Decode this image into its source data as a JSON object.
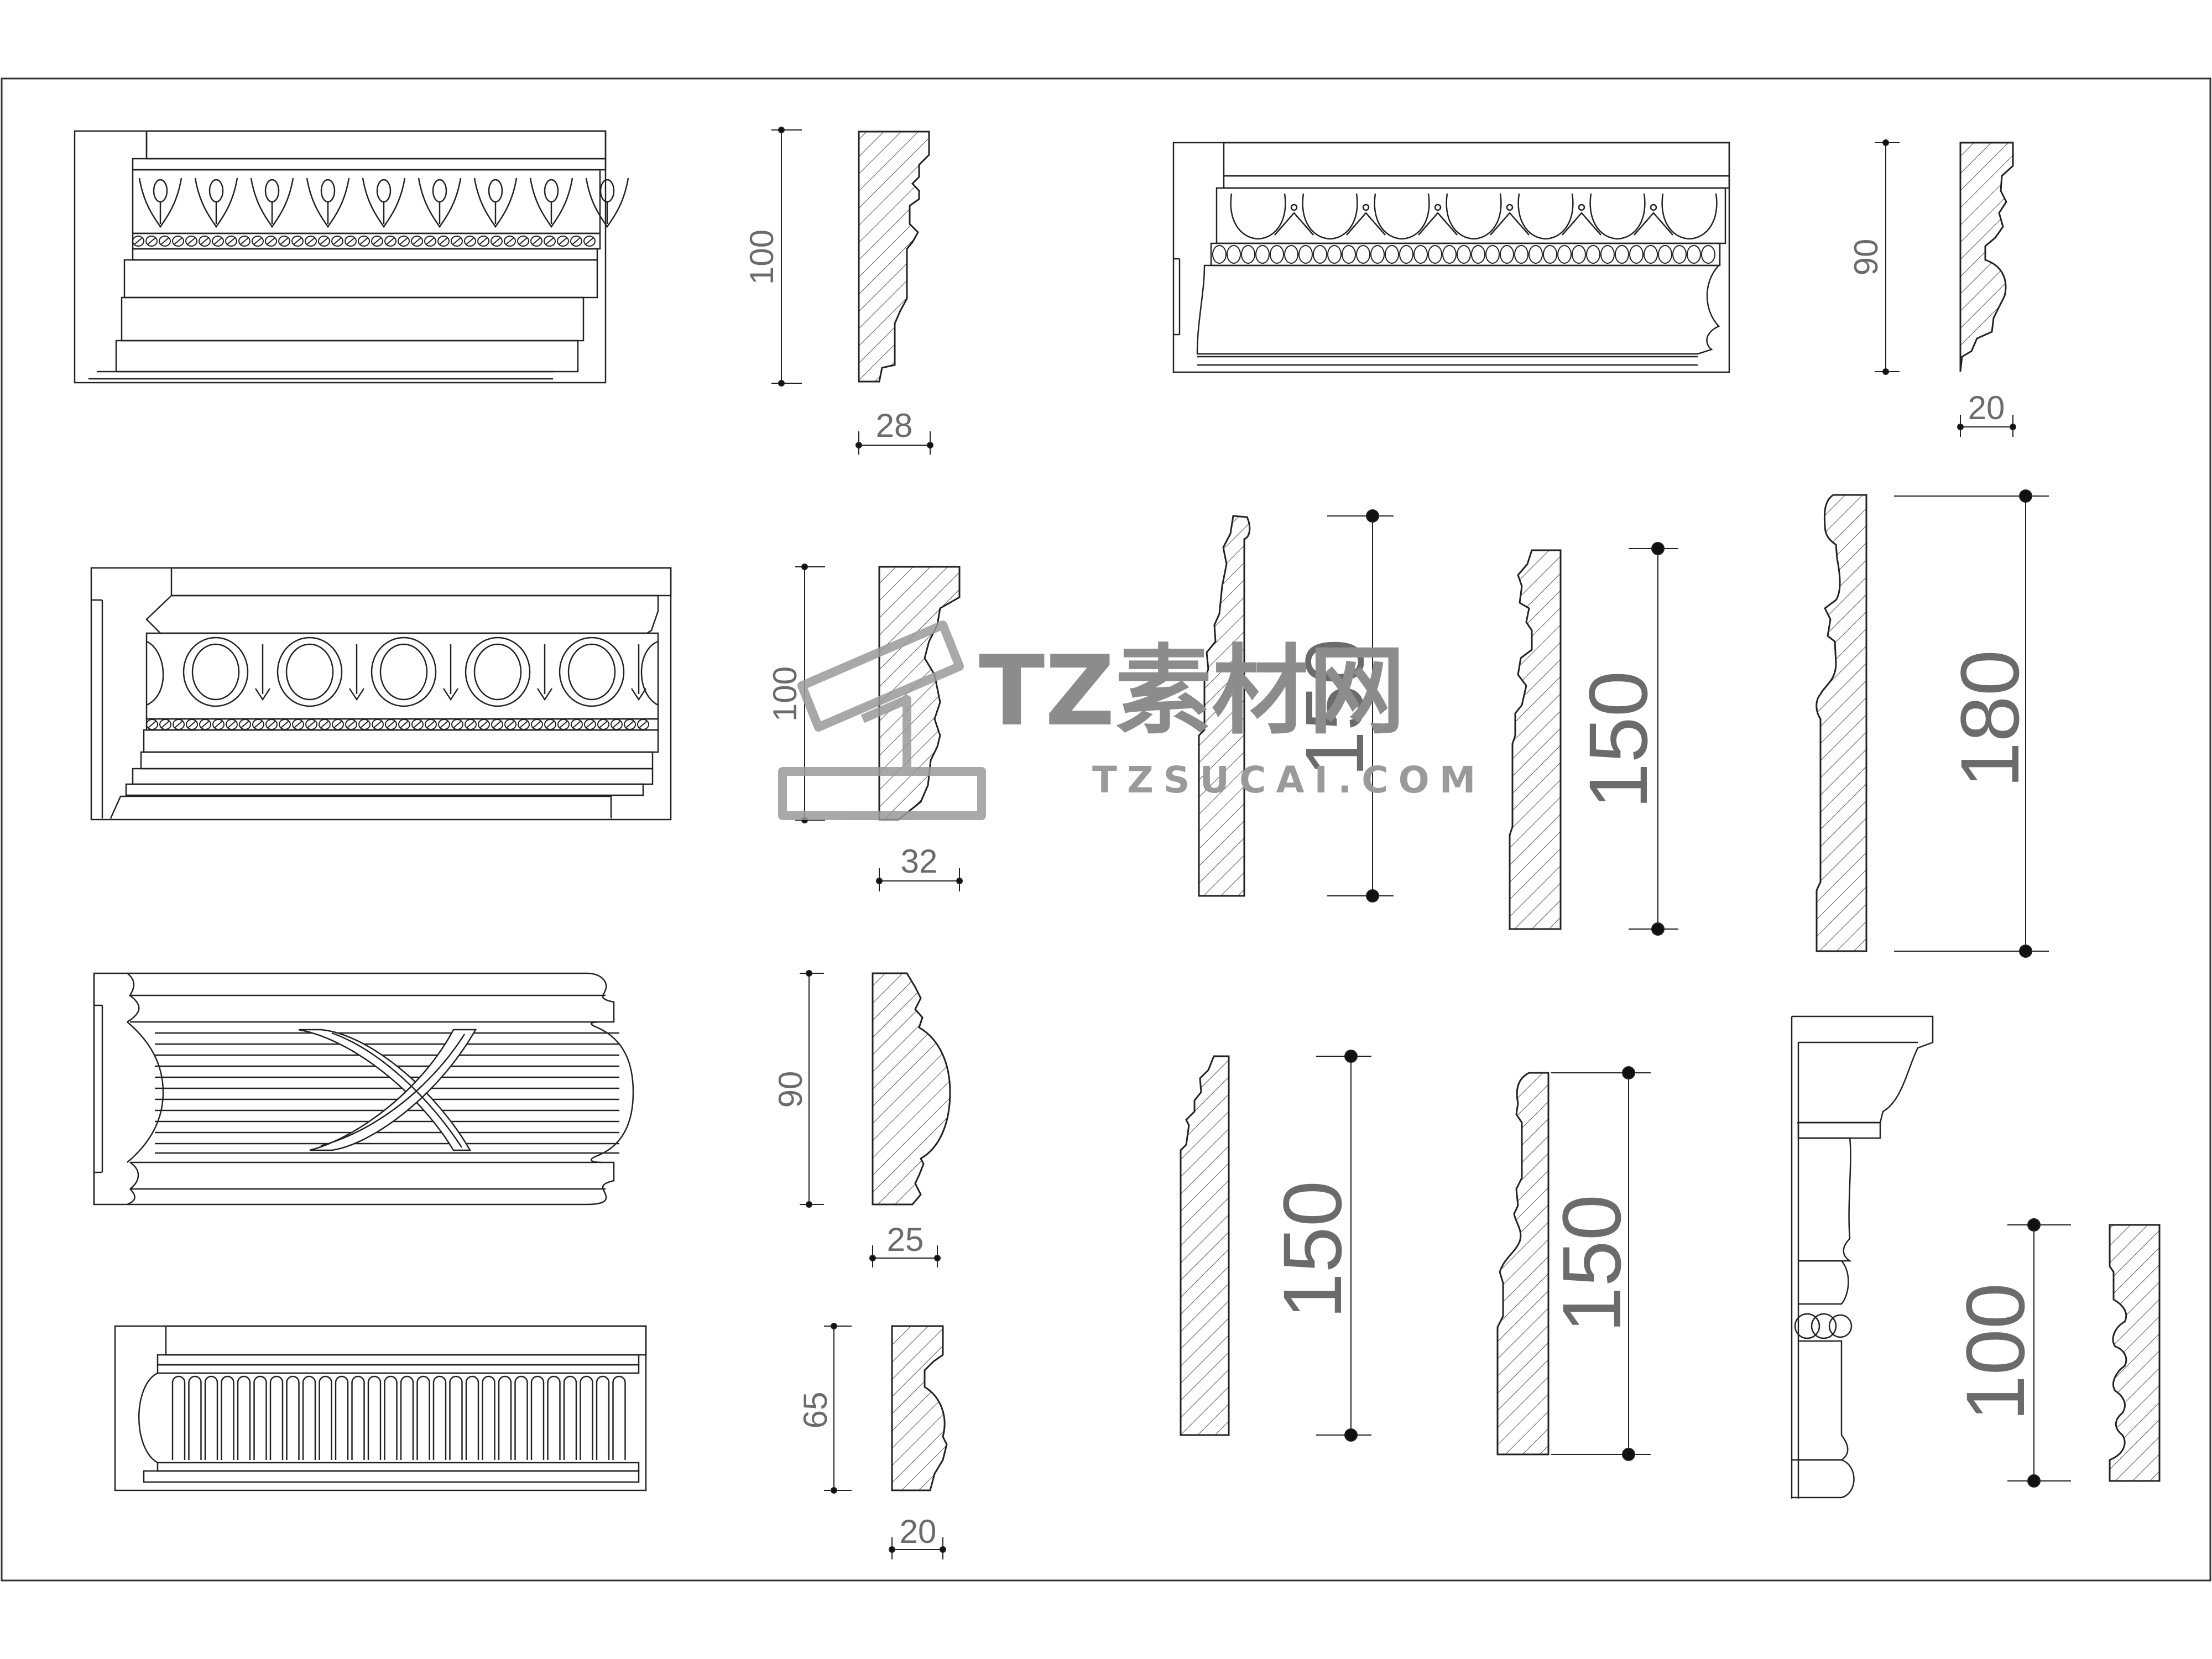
{
  "drawing": {
    "title": "",
    "profiles": [
      {
        "id": "p1",
        "height": "100",
        "width": "28"
      },
      {
        "id": "p2",
        "height": "100",
        "width": "32"
      },
      {
        "id": "p3",
        "height": "90",
        "width": "25"
      },
      {
        "id": "p4",
        "height": "65",
        "width": "20"
      },
      {
        "id": "p5",
        "height": "90",
        "width": "20"
      },
      {
        "id": "p6",
        "height": "150"
      },
      {
        "id": "p7",
        "height": "150"
      },
      {
        "id": "p8",
        "height": "180"
      },
      {
        "id": "p9",
        "height": "150"
      },
      {
        "id": "p10",
        "height": "150"
      },
      {
        "id": "p11",
        "height": "100"
      }
    ]
  },
  "watermark": {
    "title": "TZ素材网",
    "url": "TZSUCAI.COM",
    "color": "#8c8c8c"
  }
}
